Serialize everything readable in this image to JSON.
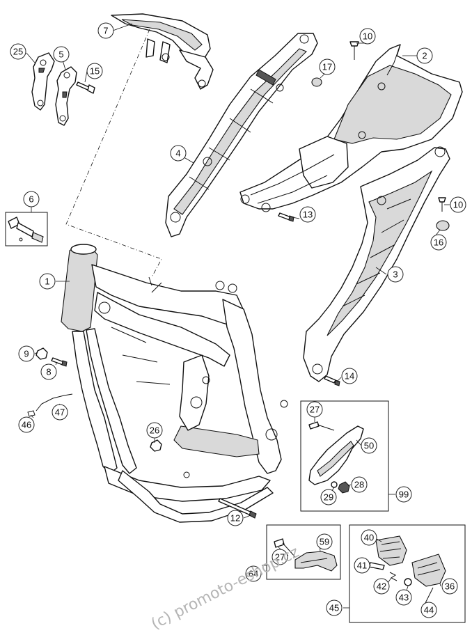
{
  "callouts": {
    "c1": "1",
    "c2": "2",
    "c3": "3",
    "c4": "4",
    "c5": "5",
    "c6": "6",
    "c7": "7",
    "c8": "8",
    "c9": "9",
    "c10a": "10",
    "c10b": "10",
    "c12": "12",
    "c13": "13",
    "c14": "14",
    "c15": "15",
    "c16": "16",
    "c17": "17",
    "c25": "25",
    "c26": "26",
    "c27a": "27",
    "c27b": "27",
    "c28": "28",
    "c29": "29",
    "c36": "36",
    "c40": "40",
    "c41": "41",
    "c42": "42",
    "c43": "43",
    "c44": "44",
    "c45": "45",
    "c46": "46",
    "c47": "47",
    "c50": "50",
    "c59": "59",
    "c64": "64",
    "c99": "99"
  },
  "watermark": "(c) promoto-eshop.cz"
}
